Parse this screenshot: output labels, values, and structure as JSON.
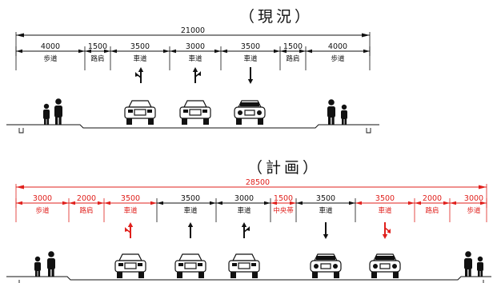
{
  "existing": {
    "heading": "（現況）",
    "total_width": "21000",
    "segments": [
      {
        "width": "4000",
        "label": "歩道",
        "kind": "sidewalk"
      },
      {
        "width": "1500",
        "label": "路肩",
        "kind": "shoulder"
      },
      {
        "width": "3500",
        "label": "車道",
        "kind": "lane",
        "arrow": "straight-left"
      },
      {
        "width": "3000",
        "label": "車道",
        "kind": "lane",
        "arrow": "straight-right"
      },
      {
        "width": "3500",
        "label": "車道",
        "kind": "lane",
        "arrow": "down"
      },
      {
        "width": "1500",
        "label": "路肩",
        "kind": "shoulder"
      },
      {
        "width": "4000",
        "label": "歩道",
        "kind": "sidewalk"
      }
    ]
  },
  "planned": {
    "heading": "（計画）",
    "total_width": "28500",
    "segments": [
      {
        "width": "3000",
        "label": "歩道",
        "kind": "sidewalk",
        "changed": true
      },
      {
        "width": "2000",
        "label": "路肩",
        "kind": "shoulder",
        "changed": true
      },
      {
        "width": "3500",
        "label": "車道",
        "kind": "lane",
        "changed": true,
        "arrow": "left-turn"
      },
      {
        "width": "3500",
        "label": "車道",
        "kind": "lane",
        "changed": false,
        "arrow": "up"
      },
      {
        "width": "3000",
        "label": "車道",
        "kind": "lane",
        "changed": false,
        "arrow": "straight-right"
      },
      {
        "width": "1500",
        "label": "中央帯",
        "kind": "median",
        "changed": true
      },
      {
        "width": "3500",
        "label": "車道",
        "kind": "lane",
        "changed": false,
        "arrow": "down"
      },
      {
        "width": "3500",
        "label": "車道",
        "kind": "lane",
        "changed": true,
        "arrow": "right-turn"
      },
      {
        "width": "2000",
        "label": "路肩",
        "kind": "shoulder",
        "changed": true
      },
      {
        "width": "3000",
        "label": "歩道",
        "kind": "sidewalk",
        "changed": true
      }
    ]
  },
  "colors": {
    "line": "#111111",
    "change": "#e0201c"
  }
}
